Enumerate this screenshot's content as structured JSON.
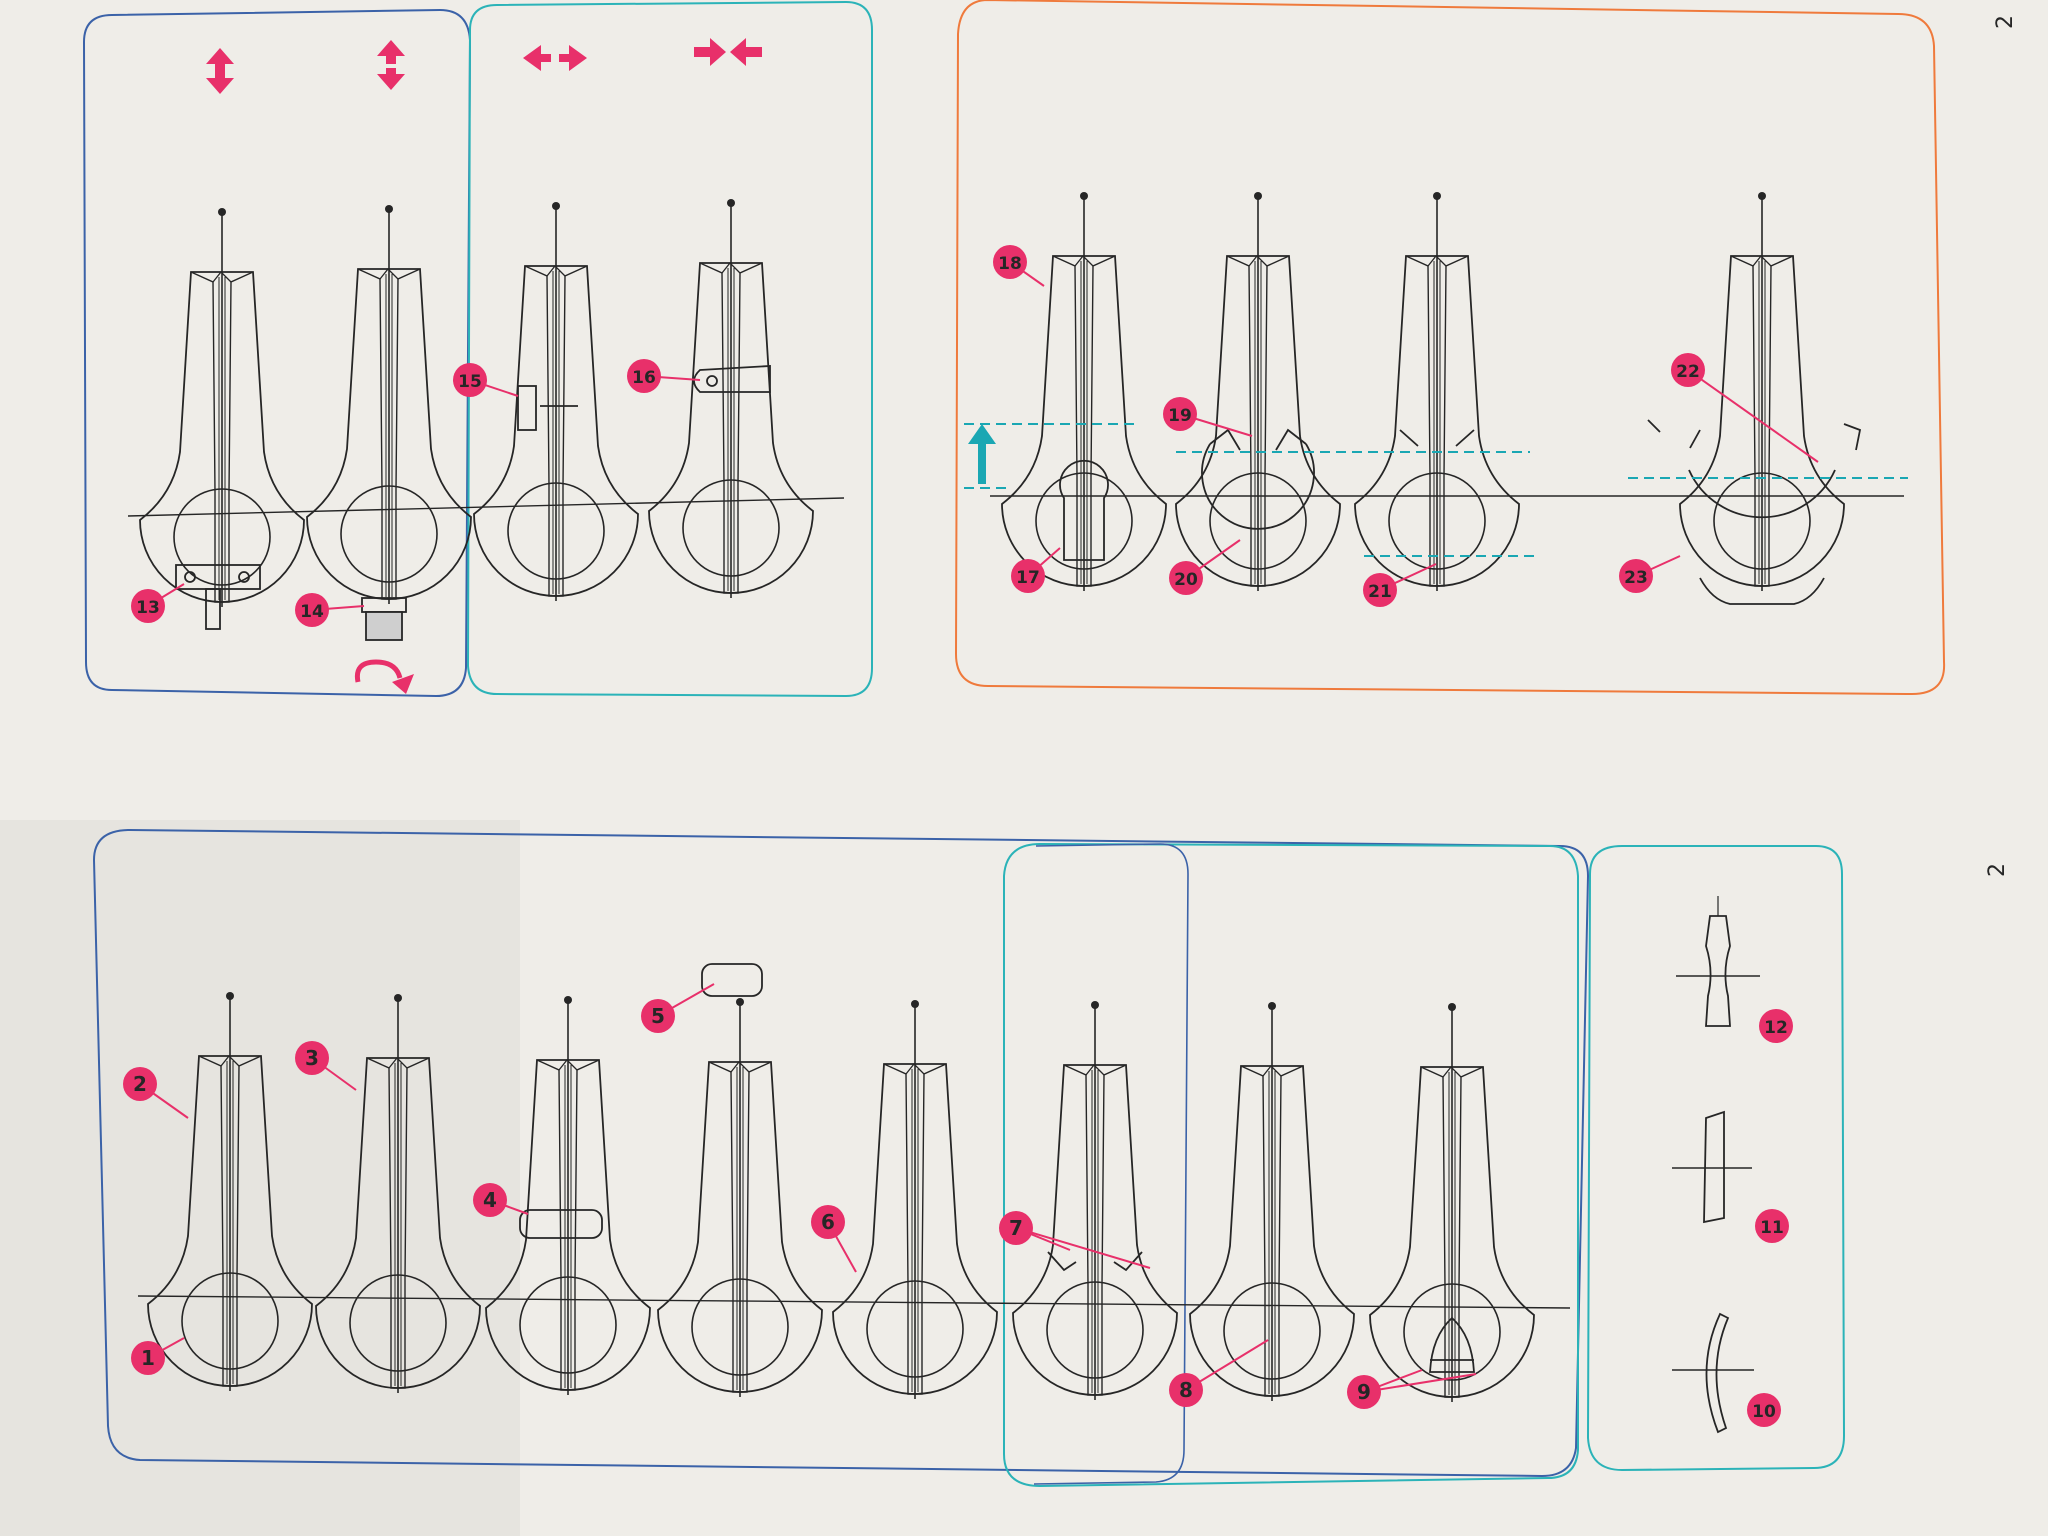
{
  "colors": {
    "paper": "#efede8",
    "ink": "#262626",
    "accent": "#e8306a",
    "frame_blue": "#3b62a8",
    "frame_cyan": "#2bb3b8",
    "frame_orange": "#ef7a3c",
    "guide_cyan": "#1aa7b3"
  },
  "diagram": {
    "labels": [
      "1",
      "2",
      "3",
      "4",
      "5",
      "6",
      "7",
      "8",
      "9",
      "10",
      "11",
      "12",
      "13",
      "14",
      "15",
      "16",
      "17",
      "18",
      "19",
      "20",
      "21",
      "22",
      "23"
    ],
    "page_numbers": {
      "top": "2",
      "middle": "2"
    },
    "icons": {
      "vertical": "vertical-double-arrow-icon",
      "horizontal": "horizontal-double-arrow-icon",
      "converging": "converging-arrows-icon",
      "rotate": "rotate-arrow-icon",
      "up": "up-arrow-icon"
    }
  }
}
